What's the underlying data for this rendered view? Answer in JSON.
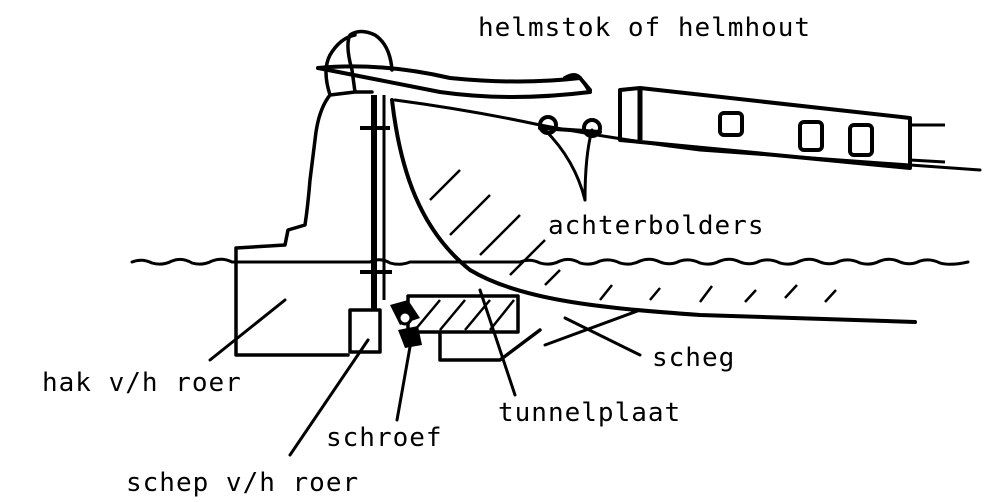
{
  "labels": {
    "helmstok": "helmstok of helmhout",
    "achterbolders": "achterbolders",
    "hak": "hak v/h roer",
    "scheg": "scheg",
    "tunnelplaat": "tunnelplaat",
    "schroef": "schroef",
    "schep": "schep v/h roer"
  },
  "colors": {
    "ink": "#000000",
    "background": "#ffffff"
  }
}
